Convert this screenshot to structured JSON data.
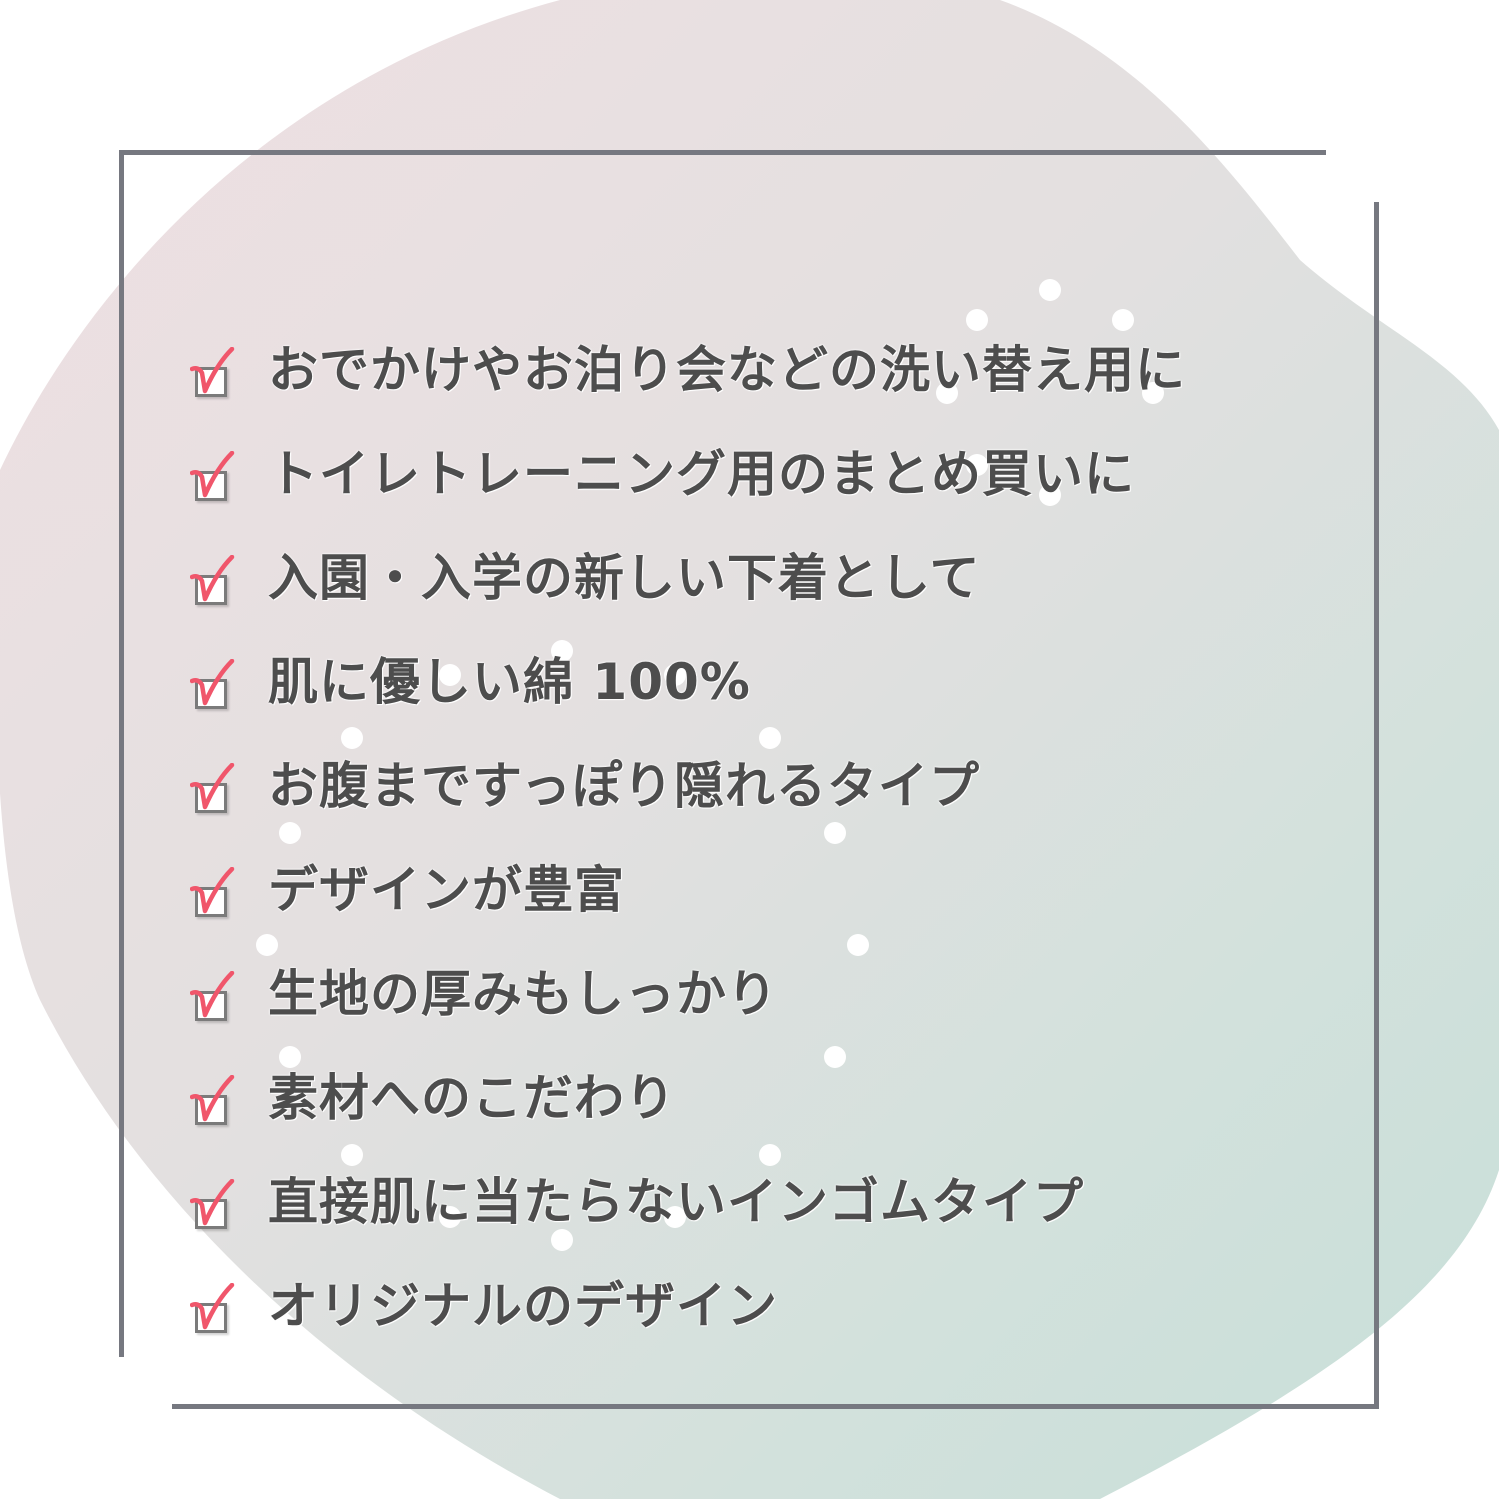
{
  "colors": {
    "blob_pink": "#ecdfe1",
    "blob_green": "#c9dfd9",
    "frame": "#767880",
    "text": "#4d4d4d",
    "check_mark": "#f0566b",
    "check_box_border": "#7b7b7b"
  },
  "checklist": {
    "items": [
      {
        "label": "おでかけやお泊り会などの洗い替え用に",
        "checked": true
      },
      {
        "label": "トイレトレーニング用のまとめ買いに",
        "checked": true
      },
      {
        "label": "入園・入学の新しい下着として",
        "checked": true
      },
      {
        "label": "肌に優しい綿 100%",
        "checked": true
      },
      {
        "label": "お腹まですっぽり隠れるタイプ",
        "checked": true
      },
      {
        "label": "デザインが豊富",
        "checked": true
      },
      {
        "label": "生地の厚みもしっかり",
        "checked": true
      },
      {
        "label": "素材へのこだわり",
        "checked": true
      },
      {
        "label": "直接肌に当たらないインゴムタイプ",
        "checked": true
      },
      {
        "label": "オリジナルのデザイン",
        "checked": true
      }
    ]
  }
}
